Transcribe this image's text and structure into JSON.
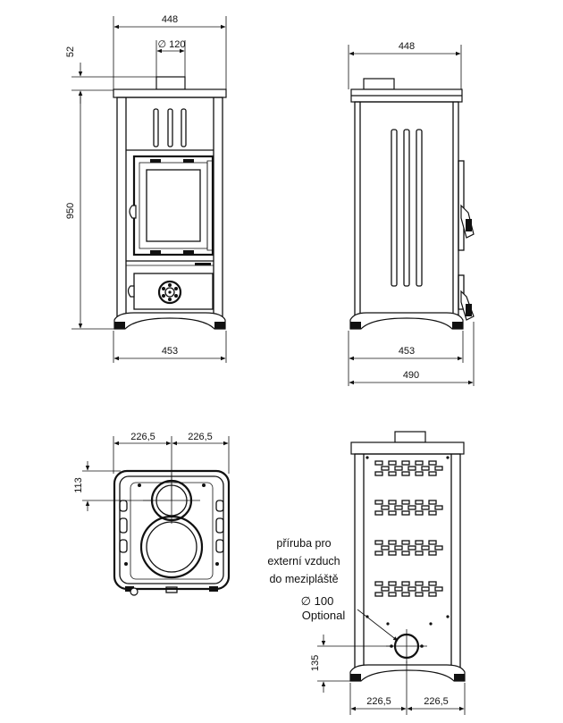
{
  "front_view": {
    "width_top": "448",
    "flue_diameter": "∅ 120",
    "flue_height": "52",
    "height": "950",
    "width_base": "453"
  },
  "side_view": {
    "width_top": "448",
    "width_base": "453",
    "depth_overall": "490"
  },
  "top_view": {
    "half_left": "226,5",
    "half_right": "226,5",
    "flue_offset": "113"
  },
  "rear_view": {
    "note_line1": "příruba pro",
    "note_line2": "externí vzduch",
    "note_line3": "do mezipláště",
    "inlet_diameter": "∅ 100",
    "optional_label": "Optional",
    "inlet_height": "135",
    "half_left": "226,5",
    "half_right": "226,5"
  }
}
